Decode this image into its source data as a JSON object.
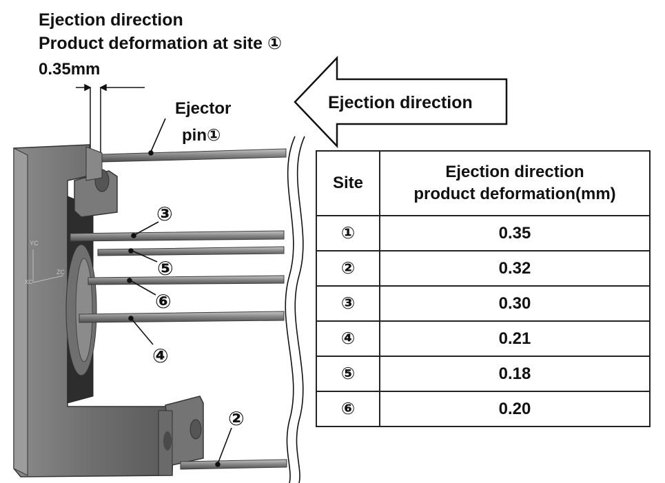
{
  "captions": {
    "line1": "Ejection direction",
    "line2": "Product deformation at site ①",
    "line3": "0.35mm"
  },
  "arrow_label": "Ejection direction",
  "pin_labels": {
    "pin1_line1": "Ejector",
    "pin1_line2": "pin①",
    "site3": "③",
    "site5": "⑤",
    "site6": "⑥",
    "site4": "④",
    "site2": "②"
  },
  "axis_labels": {
    "yc": "YC",
    "zc": "ZC",
    "xc": "XC"
  },
  "table": {
    "headers": [
      "Site",
      "Ejection direction",
      "product deformation(mm)"
    ],
    "rows": [
      {
        "site": "①",
        "value": "0.35"
      },
      {
        "site": "②",
        "value": "0.32"
      },
      {
        "site": "③",
        "value": "0.30"
      },
      {
        "site": "④",
        "value": "0.21"
      },
      {
        "site": "⑤",
        "value": "0.18"
      },
      {
        "site": "⑥",
        "value": "0.20"
      }
    ]
  },
  "colors": {
    "part_dark": "#5a5a5a",
    "part_mid": "#7d7d7d",
    "part_light": "#9a9a9a",
    "pin": "#8c8c8c"
  }
}
